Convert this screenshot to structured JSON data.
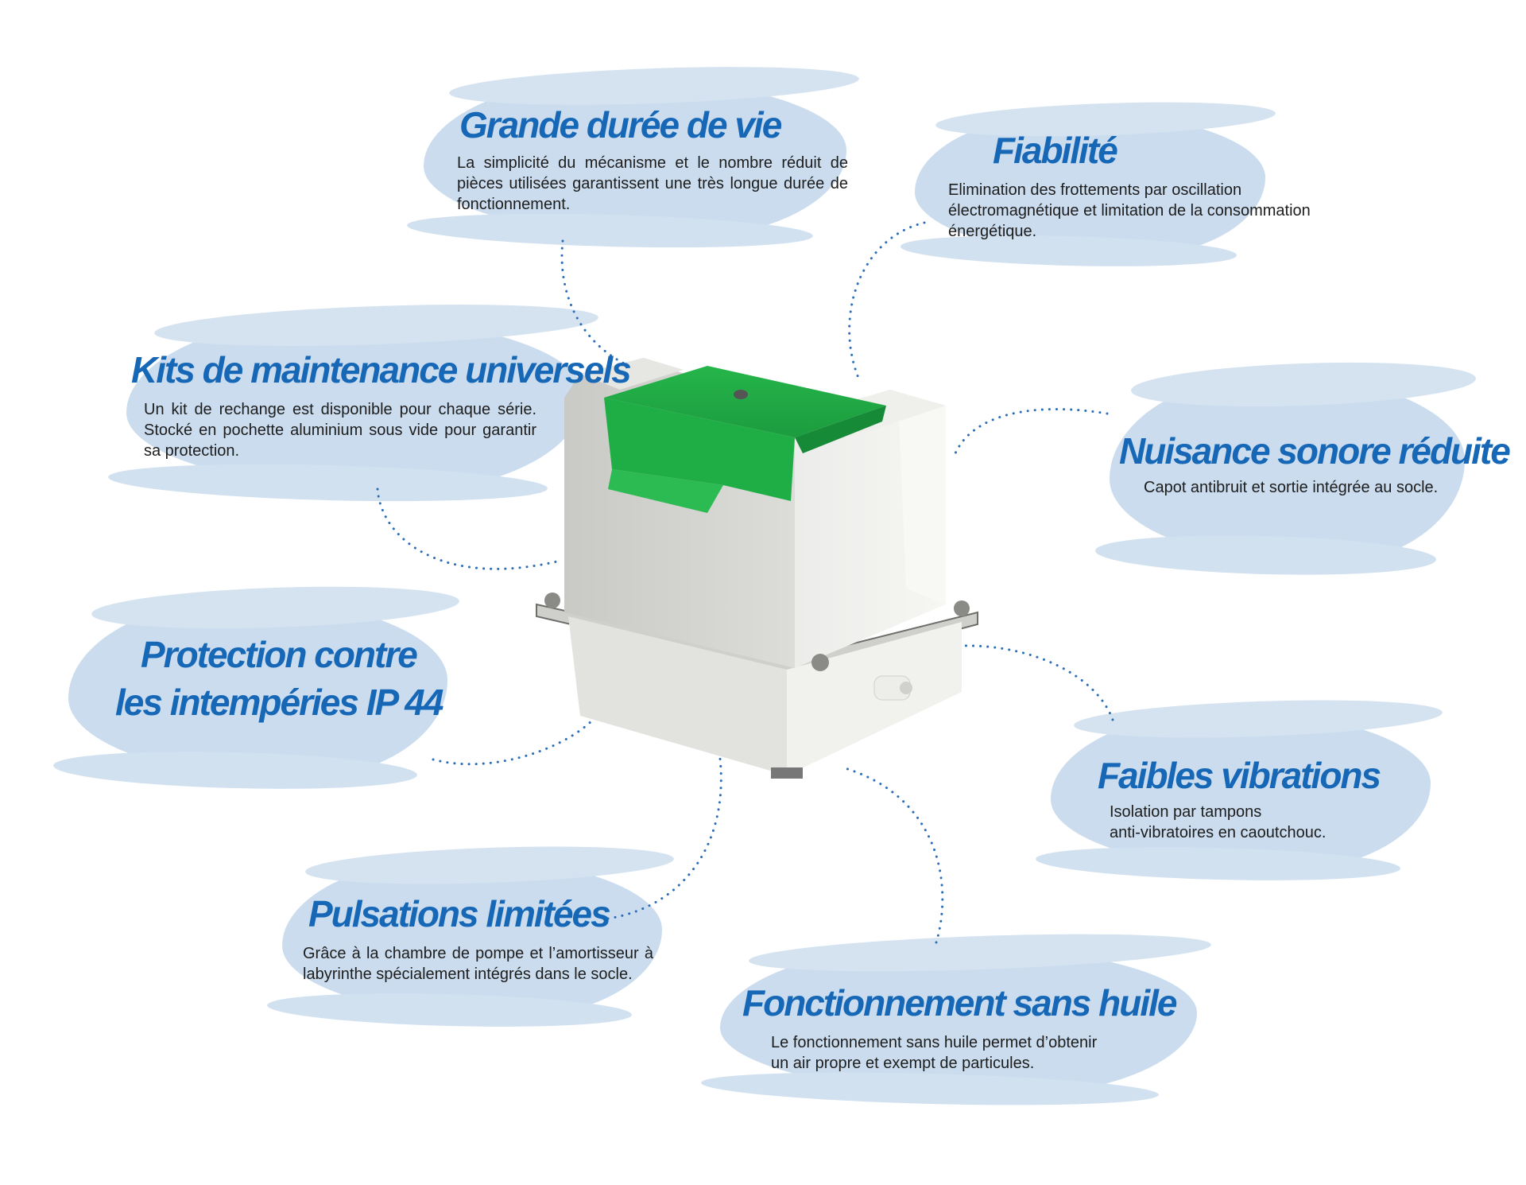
{
  "features": [
    {
      "title": "Grande durée de vie",
      "body": "La simplicité du mécanisme et le nombre réduit de pièces utilisées garantissent une très longue durée de fonctionnement."
    },
    {
      "title": "Fiabilité",
      "body": "Elimination des frottements par oscillation électromagnétique et limitation de la consommation énergétique."
    },
    {
      "title": "Kits de maintenance universels",
      "body": "Un kit de rechange est disponible pour chaque série. Stocké en pochette aluminium sous vide pour garantir sa protection."
    },
    {
      "title": "Nuisance sonore réduite",
      "body": "Capot antibruit et sortie intégrée au socle."
    },
    {
      "title_line1": "Protection contre",
      "title_line2": "les intempéries IP 44"
    },
    {
      "title": "Faibles vibrations",
      "body_line1": "Isolation par tampons",
      "body_line2": "anti-vibratoires en caoutchouc."
    },
    {
      "title": "Pulsations limitées",
      "body": "Grâce à la chambre de pompe et l’amortisseur à labyrinthe spécialement intégrés dans le socle."
    },
    {
      "title": "Fonctionnement sans huile",
      "body_line1": "Le fonctionnement sans huile permet d’obtenir",
      "body_line2": "un air propre et exempt de particules."
    }
  ],
  "colors": {
    "title": "#1767b7",
    "blob": "#c8dbee",
    "connector": "#2a6db8",
    "pump_lid": "#1fae46"
  }
}
